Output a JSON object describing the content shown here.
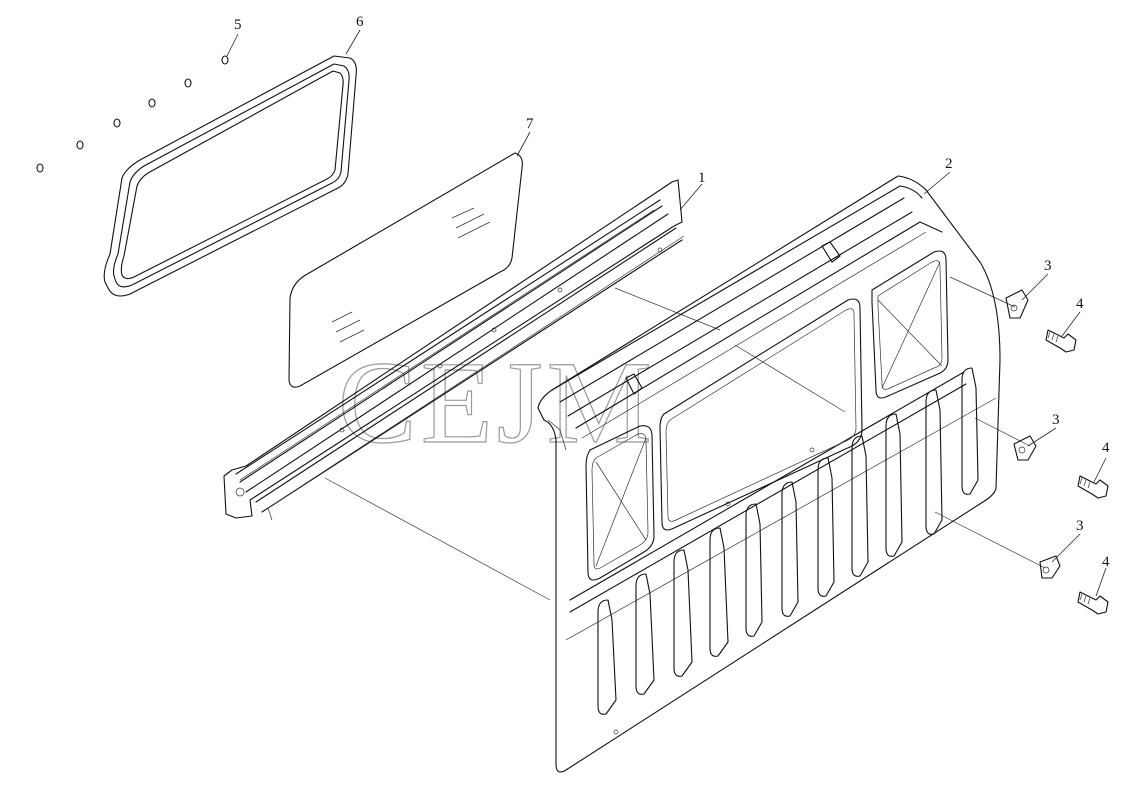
{
  "watermark": "CEJM",
  "callouts": [
    {
      "id": "c1",
      "label": "1"
    },
    {
      "id": "c2",
      "label": "2"
    },
    {
      "id": "c3a",
      "label": "3"
    },
    {
      "id": "c3b",
      "label": "3"
    },
    {
      "id": "c3c",
      "label": "3"
    },
    {
      "id": "c4a",
      "label": "4"
    },
    {
      "id": "c4b",
      "label": "4"
    },
    {
      "id": "c4c",
      "label": "4"
    },
    {
      "id": "c5",
      "label": "5"
    },
    {
      "id": "c6",
      "label": "6"
    },
    {
      "id": "c7",
      "label": "7"
    }
  ]
}
